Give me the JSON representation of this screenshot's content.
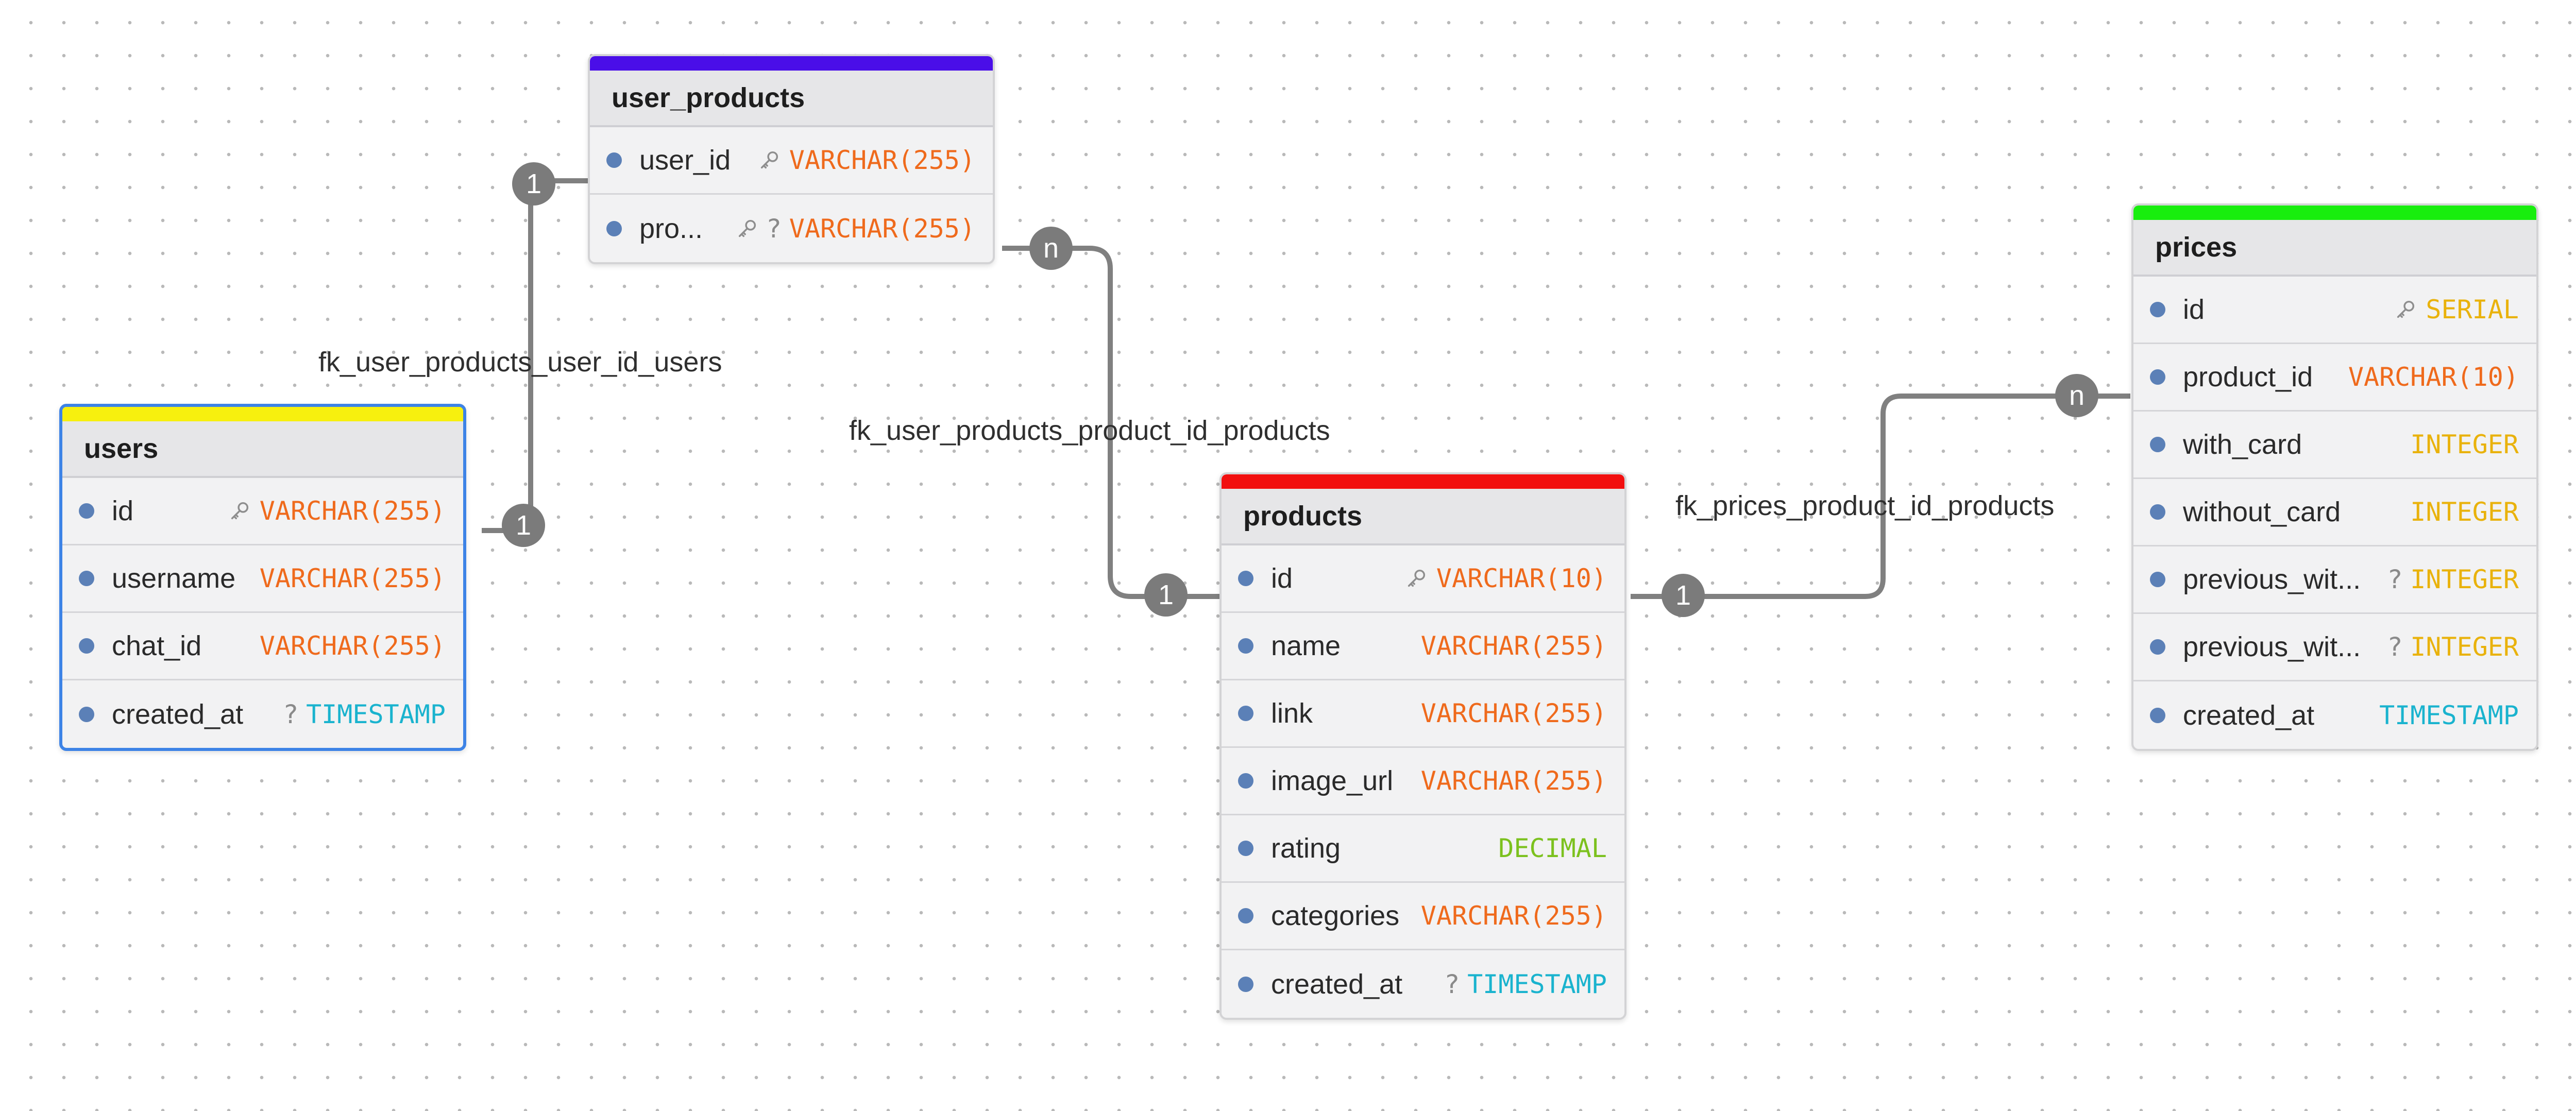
{
  "colors": {
    "edge": "#808080",
    "type_varchar": "#ef6a1c",
    "type_serial": "#e9b20c",
    "type_integer": "#e9b20c",
    "type_decimal": "#7cc11e",
    "type_timestamp": "#1ab3ce",
    "column_dot": "#5b80b7",
    "selection": "#3d83e6"
  },
  "tables": {
    "user_products": {
      "name": "user_products",
      "accent": "#4a0ee8",
      "columns": [
        {
          "name": "user_id",
          "key": true,
          "nullable": false,
          "type": "VARCHAR(255)",
          "type_color": "#ef6a1c"
        },
        {
          "name": "pro...",
          "key": true,
          "nullable": true,
          "type": "VARCHAR(255)",
          "type_color": "#ef6a1c"
        }
      ]
    },
    "users": {
      "name": "users",
      "accent": "#f7f00e",
      "columns": [
        {
          "name": "id",
          "key": true,
          "nullable": false,
          "type": "VARCHAR(255)",
          "type_color": "#ef6a1c"
        },
        {
          "name": "username",
          "key": false,
          "nullable": false,
          "type": "VARCHAR(255)",
          "type_color": "#ef6a1c"
        },
        {
          "name": "chat_id",
          "key": false,
          "nullable": false,
          "type": "VARCHAR(255)",
          "type_color": "#ef6a1c"
        },
        {
          "name": "created_at",
          "key": false,
          "nullable": true,
          "type": "TIMESTAMP",
          "type_color": "#1ab3ce"
        }
      ]
    },
    "products": {
      "name": "products",
      "accent": "#f20f0f",
      "columns": [
        {
          "name": "id",
          "key": true,
          "nullable": false,
          "type": "VARCHAR(10)",
          "type_color": "#ef6a1c"
        },
        {
          "name": "name",
          "key": false,
          "nullable": false,
          "type": "VARCHAR(255)",
          "type_color": "#ef6a1c"
        },
        {
          "name": "link",
          "key": false,
          "nullable": false,
          "type": "VARCHAR(255)",
          "type_color": "#ef6a1c"
        },
        {
          "name": "image_url",
          "key": false,
          "nullable": false,
          "type": "VARCHAR(255)",
          "type_color": "#ef6a1c"
        },
        {
          "name": "rating",
          "key": false,
          "nullable": false,
          "type": "DECIMAL",
          "type_color": "#7cc11e"
        },
        {
          "name": "categories",
          "key": false,
          "nullable": false,
          "type": "VARCHAR(255)",
          "type_color": "#ef6a1c"
        },
        {
          "name": "created_at",
          "key": false,
          "nullable": true,
          "type": "TIMESTAMP",
          "type_color": "#1ab3ce"
        }
      ]
    },
    "prices": {
      "name": "prices",
      "accent": "#18ee0e",
      "columns": [
        {
          "name": "id",
          "key": true,
          "nullable": false,
          "type": "SERIAL",
          "type_color": "#e9b20c"
        },
        {
          "name": "product_id",
          "key": false,
          "nullable": false,
          "type": "VARCHAR(10)",
          "type_color": "#ef6a1c"
        },
        {
          "name": "with_card",
          "key": false,
          "nullable": false,
          "type": "INTEGER",
          "type_color": "#e9b20c"
        },
        {
          "name": "without_card",
          "key": false,
          "nullable": false,
          "type": "INTEGER",
          "type_color": "#e9b20c"
        },
        {
          "name": "previous_wit...",
          "key": false,
          "nullable": true,
          "type": "INTEGER",
          "type_color": "#e9b20c"
        },
        {
          "name": "previous_wit...",
          "key": false,
          "nullable": true,
          "type": "INTEGER",
          "type_color": "#e9b20c"
        },
        {
          "name": "created_at",
          "key": false,
          "nullable": false,
          "type": "TIMESTAMP",
          "type_color": "#1ab3ce"
        }
      ]
    }
  },
  "relations": [
    {
      "name": "fk_user_products_user_id_users",
      "from_card": "1",
      "to_card": "1"
    },
    {
      "name": "fk_user_products_product_id_products",
      "from_card": "n",
      "to_card": "1"
    },
    {
      "name": "fk_prices_product_id_products",
      "from_card": "n",
      "to_card": "1"
    }
  ],
  "nullable_mark": "?"
}
